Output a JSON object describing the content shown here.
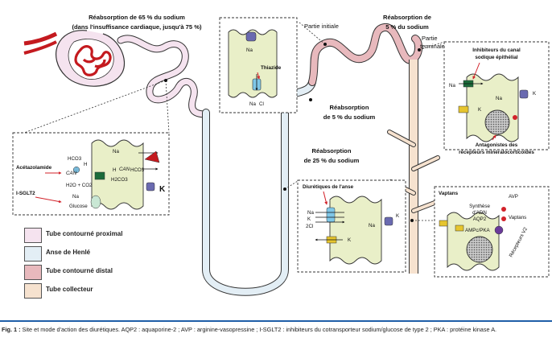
{
  "labels": {
    "pct_65_line1": "Réabsorption de 65 % du sodium",
    "pct_65_line2": "(dans l'insuffisance cardiaque, jusqu'à 75 %)",
    "partie_initiale": "Partie initiale",
    "pct_5_top_line1": "Réabsorption de",
    "pct_5_top_line2": "5 % du sodium",
    "partie_terminale_1": "Partie",
    "partie_terminale_2": "terminale",
    "pct_5_dist_line1": "Réabsorption",
    "pct_5_dist_line2": "de 5 % du sodium",
    "pct_25_line1": "Réabsorption",
    "pct_25_line2": "de 25 % du sodium",
    "thiazide": "Thiazide",
    "na": "Na",
    "cl": "Cl",
    "k": "K",
    "two_cl": "2Cl",
    "acetazolamide": "Acétazolamide",
    "isglt2": "I-SGLT2",
    "hco3": "HCO3",
    "hco3_left": "HCO3",
    "h": "H",
    "can": "CAN",
    "h2co3": "H2CO3",
    "h2o_co2": "H2O + CO2",
    "glucose": "Glucose",
    "k_bold": "K",
    "diuretiques_anse": "Diurétiques de l'anse",
    "inhib_canal_1": "Inhibiteurs du canal",
    "inhib_canal_2": "sodique épithélial",
    "antagonistes_1": "Antagonistes des",
    "antagonistes_2": "récepteurs minéralocorticoïdes",
    "vaptans_title": "Vaptans",
    "synthese_1": "Synthèse",
    "synthese_2": "d'ADN",
    "aqp2": "AQP2",
    "ampc": "AMPc/PKA",
    "avp": "AVP",
    "vaptans_lbl": "Vaptans",
    "recepteurs_v2": "Récepteurs V2"
  },
  "legend": [
    {
      "label": "Tube contourné proximal",
      "color": "#f5e3ef"
    },
    {
      "label": "Anse de Henlé",
      "color": "#e3eef5"
    },
    {
      "label": "Tube contourné distal",
      "color": "#e8b9bd"
    },
    {
      "label": "Tube collecteur",
      "color": "#f6e2cf"
    }
  ],
  "caption": {
    "fig": "Fig. 1 :",
    "text": "Site et mode d'action des diurétiques. AQP2 : aquaporine-2 ; AVP : arginine-vasopressine ; I-SGLT2 : inhibiteurs du cotransporteur sodium/glucose de type 2 ; PKA : protéine kinase A."
  },
  "colors": {
    "proximal": "#f5e3ef",
    "henle": "#e3eef5",
    "distal": "#e8b9bd",
    "collector": "#f6e2cf",
    "cell": "#e9efc8",
    "accent": "#d2222a",
    "rule": "#1f5fa8"
  }
}
